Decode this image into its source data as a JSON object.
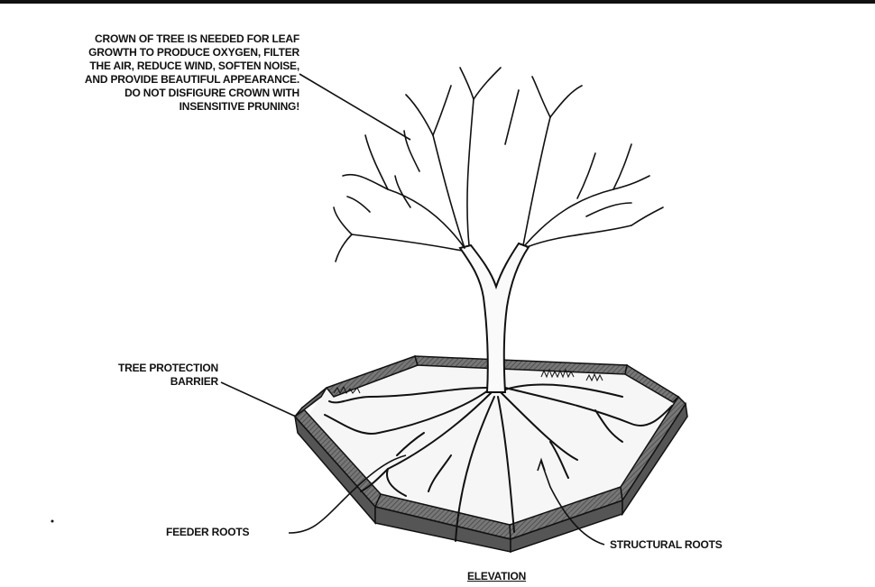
{
  "crown_note": {
    "lines": [
      "CROWN OF TREE IS NEEDED FOR LEAF",
      "GROWTH TO PRODUCE OXYGEN, FILTER",
      "THE AIR, REDUCE WIND, SOFTEN NOISE,",
      "AND PROVIDE BEAUTIFUL APPEARANCE.",
      "DO NOT DISFIGURE CROWN WITH",
      "INSENSITIVE PRUNING!"
    ]
  },
  "barrier_label": {
    "lines": [
      "TREE PROTECTION",
      "BARRIER"
    ]
  },
  "feeder_roots_label": "FEEDER ROOTS",
  "structural_roots_label": "STRUCTURAL ROOTS",
  "elevation_label": "ELEVATION",
  "colors": {
    "ink": "#111111",
    "barrier_fill": "#6e6e6e",
    "ground_fill": "#f4f4f4"
  }
}
